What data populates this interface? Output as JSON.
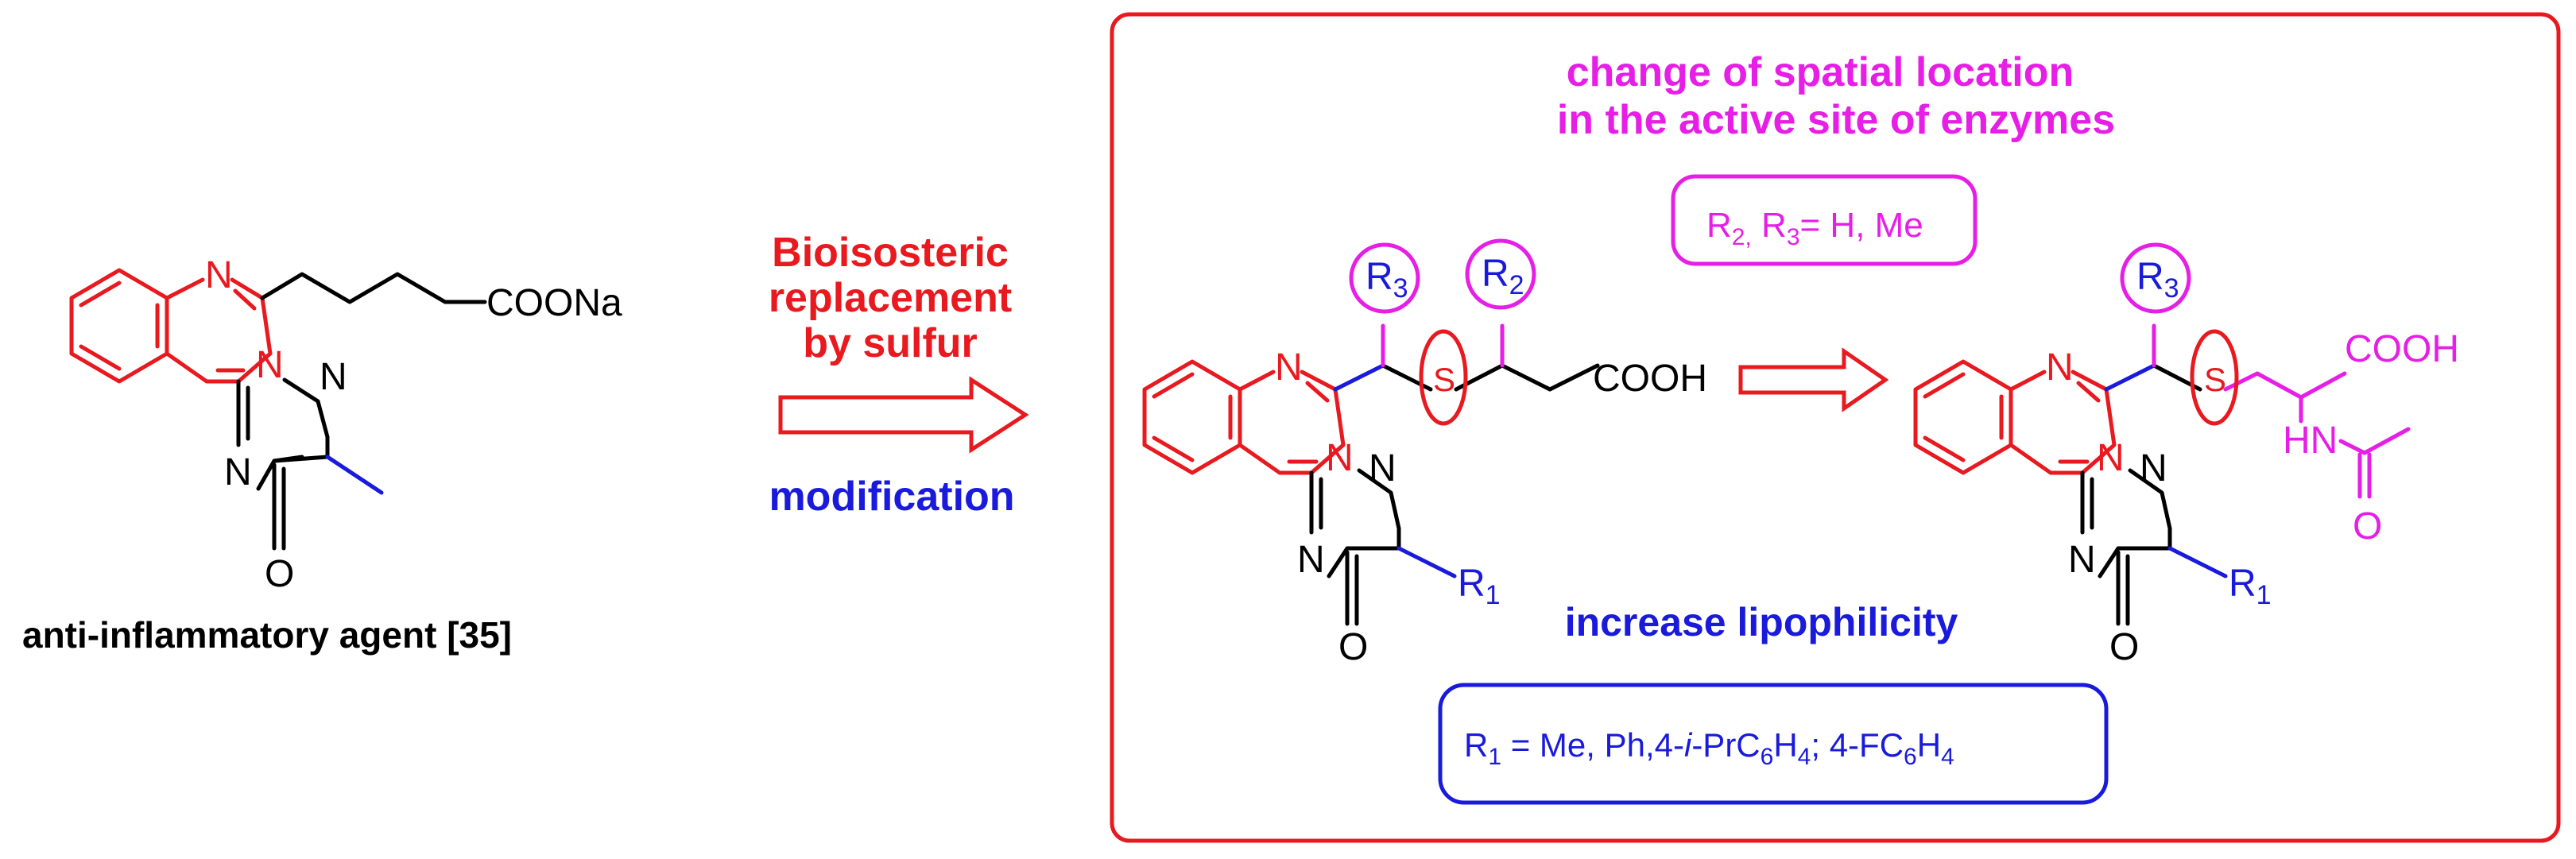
{
  "colors": {
    "red": "#e8191f",
    "blue": "#1a1adc",
    "magenta": "#e61ee6",
    "black": "#000000"
  },
  "compound_left": {
    "substituent": "COONa",
    "caption": "anti-inflammatory agent [35]"
  },
  "arrow_section": {
    "line1": "Bioisosteric",
    "line2": "replacement",
    "line3": "by sulfur",
    "modification": "modification"
  },
  "box": {
    "header_line1": "change of spatial location",
    "header_line2": "in the active site of enzymes",
    "r23_label": {
      "r2": "R",
      "r2_sub": "2,",
      "r3": " R",
      "r3_sub": "3",
      "rest": "= H, Me"
    },
    "lipophilicity": "increase lipophilicity",
    "r1_label": {
      "p1": "R",
      "s1": "1",
      "p2": " = Me, Ph,4-",
      "p3": "i",
      "p4": "-PrC",
      "s2": "6",
      "p5": "H",
      "s3": "4",
      "p6": "; 4-FC",
      "s4": "6",
      "p7": "H",
      "s5": "4"
    }
  },
  "atoms": {
    "N": "N",
    "O": "O",
    "S": "S",
    "R": "R",
    "r1_sub": "1",
    "r2_sub": "2",
    "r3_sub": "3",
    "cooh": "COOH",
    "hn": "HN"
  }
}
